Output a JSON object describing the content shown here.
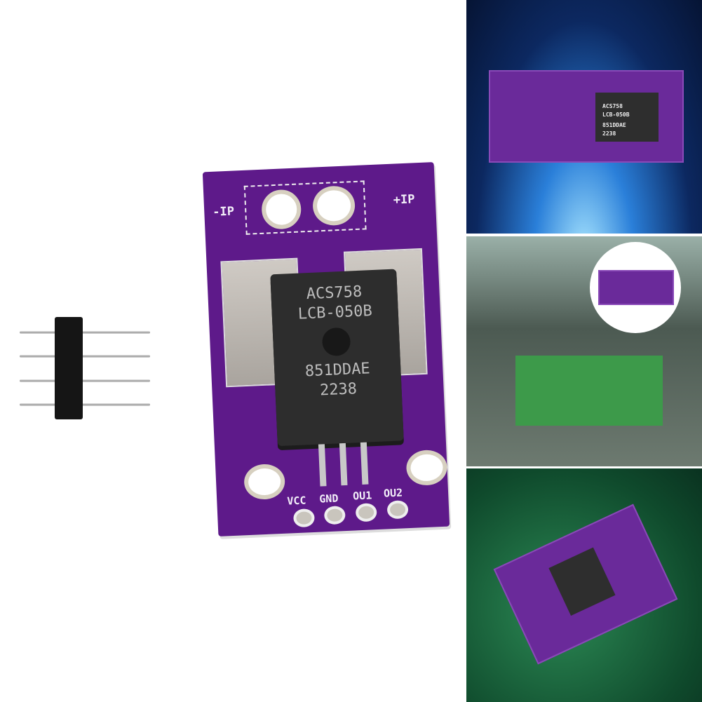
{
  "board": {
    "ip_minus": "-IP",
    "ip_plus": "+IP",
    "chip_line1": "ACS758",
    "chip_line2": "LCB-050B",
    "chip_line3": "851DDAE",
    "chip_line4": "2238",
    "pins": [
      "VCC",
      "GND",
      "OU1",
      "OU2"
    ]
  },
  "colors": {
    "pcb": "#5e1a8a",
    "chip": "#2d2d2d",
    "header": "#151515"
  }
}
